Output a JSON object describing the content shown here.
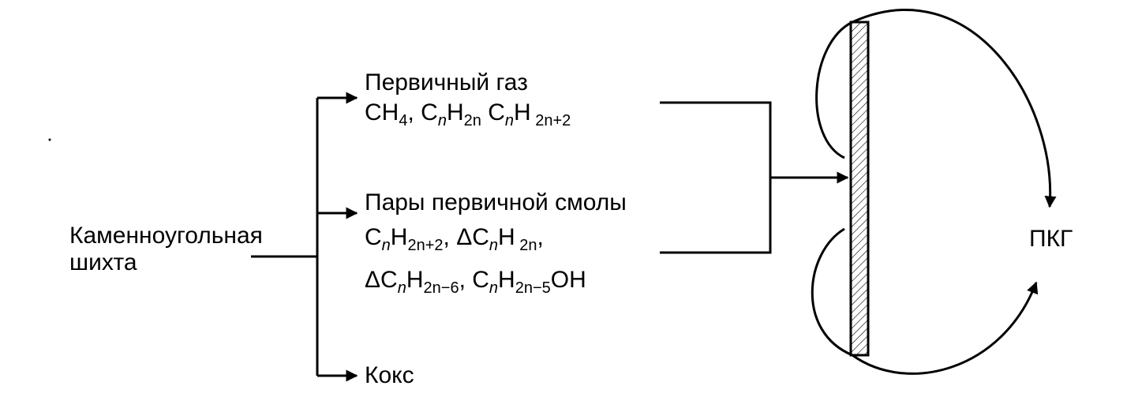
{
  "source": {
    "line1": "Каменноугольная",
    "line2": "шихта"
  },
  "primary_gas": {
    "title": "Первичный газ",
    "formula": {
      "p1": "CH",
      "s1": "4",
      "p2": ", C",
      "n1": "n",
      "p3": "H",
      "s2": "2n",
      "p4": " C",
      "n2": "n",
      "p5": "H",
      "s3": " 2n+2"
    }
  },
  "tar": {
    "title": "Пары первичной смолы",
    "formula1": {
      "p1": "C",
      "n1": "n",
      "p2": "H",
      "s1": "2n+2",
      "p3": ", ΔC",
      "n2": "n",
      "p4": "H",
      "s2": " 2n",
      "p5": ","
    },
    "formula2": {
      "p1": "ΔC",
      "n1": "n",
      "p2": "H",
      "s1": "2n−6",
      "p3": ", C",
      "n2": "n",
      "p4": "H",
      "s2": "2n−5",
      "p5": "OH"
    }
  },
  "coke": {
    "label": "Кокс"
  },
  "product": {
    "label": "ПКГ"
  }
}
